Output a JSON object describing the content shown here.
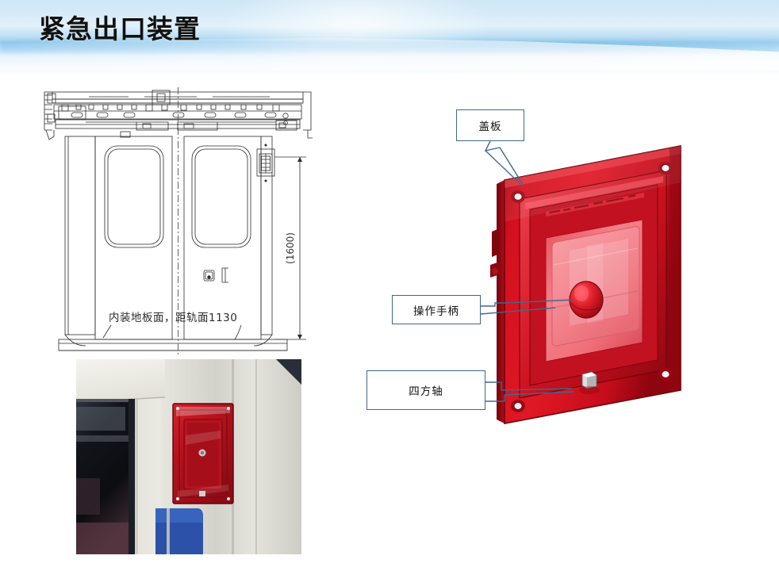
{
  "slide": {
    "title": "紧急出口装置",
    "background_color": "#ffffff",
    "banner_color_top": "#cfe6f6",
    "banner_color_band": "#9fd0ee"
  },
  "drawing": {
    "name": "door-assembly-drawing",
    "dimension_vertical": "(1600)",
    "floor_note": "内装地板面，距轨面1130",
    "device_mark_label": ""
  },
  "photo": {
    "name": "installed-emergency-exit-photo",
    "caption": ""
  },
  "render": {
    "name": "emergency-exit-3d-render",
    "frame_color": "#cc0e1e",
    "panel_color": "#f4767e",
    "handle_color": "#e01f2b"
  },
  "callouts": [
    {
      "id": "cover-plate",
      "label": "盖板",
      "border_color": "#40688c"
    },
    {
      "id": "operating-handle",
      "label": "操作手柄",
      "border_color": "#40688c"
    },
    {
      "id": "square-shaft",
      "label": "四方轴",
      "border_color": "#40688c"
    }
  ]
}
